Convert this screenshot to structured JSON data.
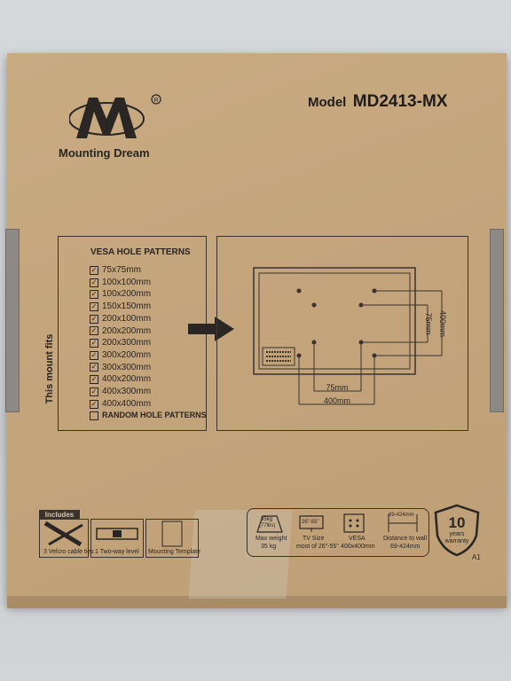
{
  "box": {
    "brand": "Mounting Dream",
    "model_label": "Model",
    "model_number": "MD2413-MX"
  },
  "vesa": {
    "title": "VESA HOLE PATTERNS",
    "side_label": "This mount fits",
    "patterns": [
      "75x75mm",
      "100x100mm",
      "100x200mm",
      "150x150mm",
      "200x100mm",
      "200x200mm",
      "200x300mm",
      "300x200mm",
      "300x300mm",
      "400x200mm",
      "400x300mm",
      "400x400mm",
      "RANDOM HOLE PATTERNS"
    ]
  },
  "diagram": {
    "h_inner": "75mm",
    "h_outer": "400mm",
    "v_inner": "75mm",
    "v_outer": "400mm"
  },
  "includes": {
    "tab": "Includes",
    "items": [
      "3 Velcro cable ties",
      "1 Two-way level",
      "Mounting Template"
    ]
  },
  "specs": {
    "weight_top": "35kg",
    "weight_top2": "(77lbs)",
    "weight_label": "Max weight",
    "weight_value": "35 kg",
    "tv_icon": "26\"-55\"",
    "tv_label": "TV Size",
    "tv_value": "most of 26\"-55\"",
    "vesa_label": "VESA",
    "vesa_value": "400x400mm",
    "dist_icon": "69-424mm",
    "dist_label": "Distance to wall",
    "dist_value": "69-424mm"
  },
  "warranty": {
    "num": "10",
    "years": "years",
    "word": "warranty",
    "code": "A1"
  }
}
